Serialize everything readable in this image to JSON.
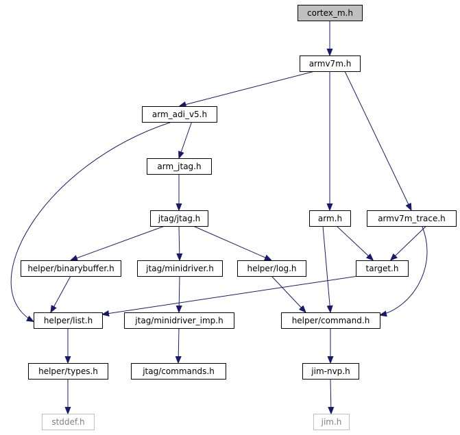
{
  "colors": {
    "edge": "#191970",
    "node_border": "#000000",
    "node_fill": "#ffffff",
    "root_fill": "#bfbfbf",
    "external_border": "#bfbfbf",
    "external_text": "#7f7f7f",
    "text": "#000000"
  },
  "nodes": {
    "cortex_m": {
      "label": "cortex_m.h",
      "kind": "root"
    },
    "armv7m": {
      "label": "armv7m.h",
      "kind": "normal"
    },
    "arm_adi_v5": {
      "label": "arm_adi_v5.h",
      "kind": "normal"
    },
    "arm_jtag": {
      "label": "arm_jtag.h",
      "kind": "normal"
    },
    "jtag_jtag": {
      "label": "jtag/jtag.h",
      "kind": "normal"
    },
    "arm": {
      "label": "arm.h",
      "kind": "normal"
    },
    "armv7m_trace": {
      "label": "armv7m_trace.h",
      "kind": "normal"
    },
    "binarybuffer": {
      "label": "helper/binarybuffer.h",
      "kind": "normal"
    },
    "minidriver": {
      "label": "jtag/minidriver.h",
      "kind": "normal"
    },
    "log": {
      "label": "helper/log.h",
      "kind": "normal"
    },
    "target": {
      "label": "target.h",
      "kind": "normal"
    },
    "list": {
      "label": "helper/list.h",
      "kind": "normal"
    },
    "minidriver_imp": {
      "label": "jtag/minidriver_imp.h",
      "kind": "normal"
    },
    "command": {
      "label": "helper/command.h",
      "kind": "normal"
    },
    "types": {
      "label": "helper/types.h",
      "kind": "normal"
    },
    "commands": {
      "label": "jtag/commands.h",
      "kind": "normal"
    },
    "jim_nvp": {
      "label": "jim-nvp.h",
      "kind": "normal"
    },
    "stddef": {
      "label": "stddef.h",
      "kind": "external"
    },
    "jim": {
      "label": "jim.h",
      "kind": "external"
    }
  },
  "edges": [
    [
      "cortex_m",
      "armv7m"
    ],
    [
      "armv7m",
      "arm_adi_v5"
    ],
    [
      "armv7m",
      "arm"
    ],
    [
      "armv7m",
      "armv7m_trace"
    ],
    [
      "arm_adi_v5",
      "arm_jtag"
    ],
    [
      "arm_adi_v5",
      "list"
    ],
    [
      "arm_jtag",
      "jtag_jtag"
    ],
    [
      "jtag_jtag",
      "binarybuffer"
    ],
    [
      "jtag_jtag",
      "minidriver"
    ],
    [
      "jtag_jtag",
      "log"
    ],
    [
      "arm",
      "target"
    ],
    [
      "arm",
      "command"
    ],
    [
      "armv7m_trace",
      "target"
    ],
    [
      "armv7m_trace",
      "command"
    ],
    [
      "binarybuffer",
      "list"
    ],
    [
      "minidriver",
      "minidriver_imp"
    ],
    [
      "log",
      "command"
    ],
    [
      "target",
      "list"
    ],
    [
      "minidriver_imp",
      "commands"
    ],
    [
      "list",
      "types"
    ],
    [
      "command",
      "jim_nvp"
    ],
    [
      "types",
      "stddef"
    ],
    [
      "jim_nvp",
      "jim"
    ]
  ]
}
